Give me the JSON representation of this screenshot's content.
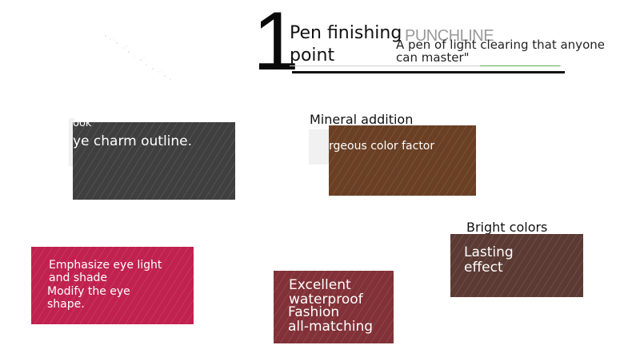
{
  "header": {
    "number": "1",
    "title_line1": "Pen finishing",
    "title_line2": "point",
    "punchline": "PUNCHLINE",
    "subtitle_line1": "A pen of light clearing that anyone",
    "subtitle_line2": "can master\""
  },
  "features": {
    "charm": {
      "label_top": "ook",
      "text": "ye charm outline.",
      "color": "#3f3f3f"
    },
    "mineral": {
      "label": "Mineral addition",
      "text": "rgeous color factor",
      "color": "#6a3f24"
    },
    "emphasize": {
      "line1": "Emphasize eye light",
      "line2": "and shade",
      "line3": "Modify the eye",
      "line4": "shape.",
      "color": "#c0214f"
    },
    "bright": {
      "label": "Bright colors",
      "line1": "Lasting",
      "line2": "effect",
      "color": "#5b3a34"
    },
    "waterproof": {
      "line1": "Excellent",
      "line2": "waterproof",
      "line3": "Fashion",
      "line4": "all-matching",
      "color": "#813137"
    }
  }
}
